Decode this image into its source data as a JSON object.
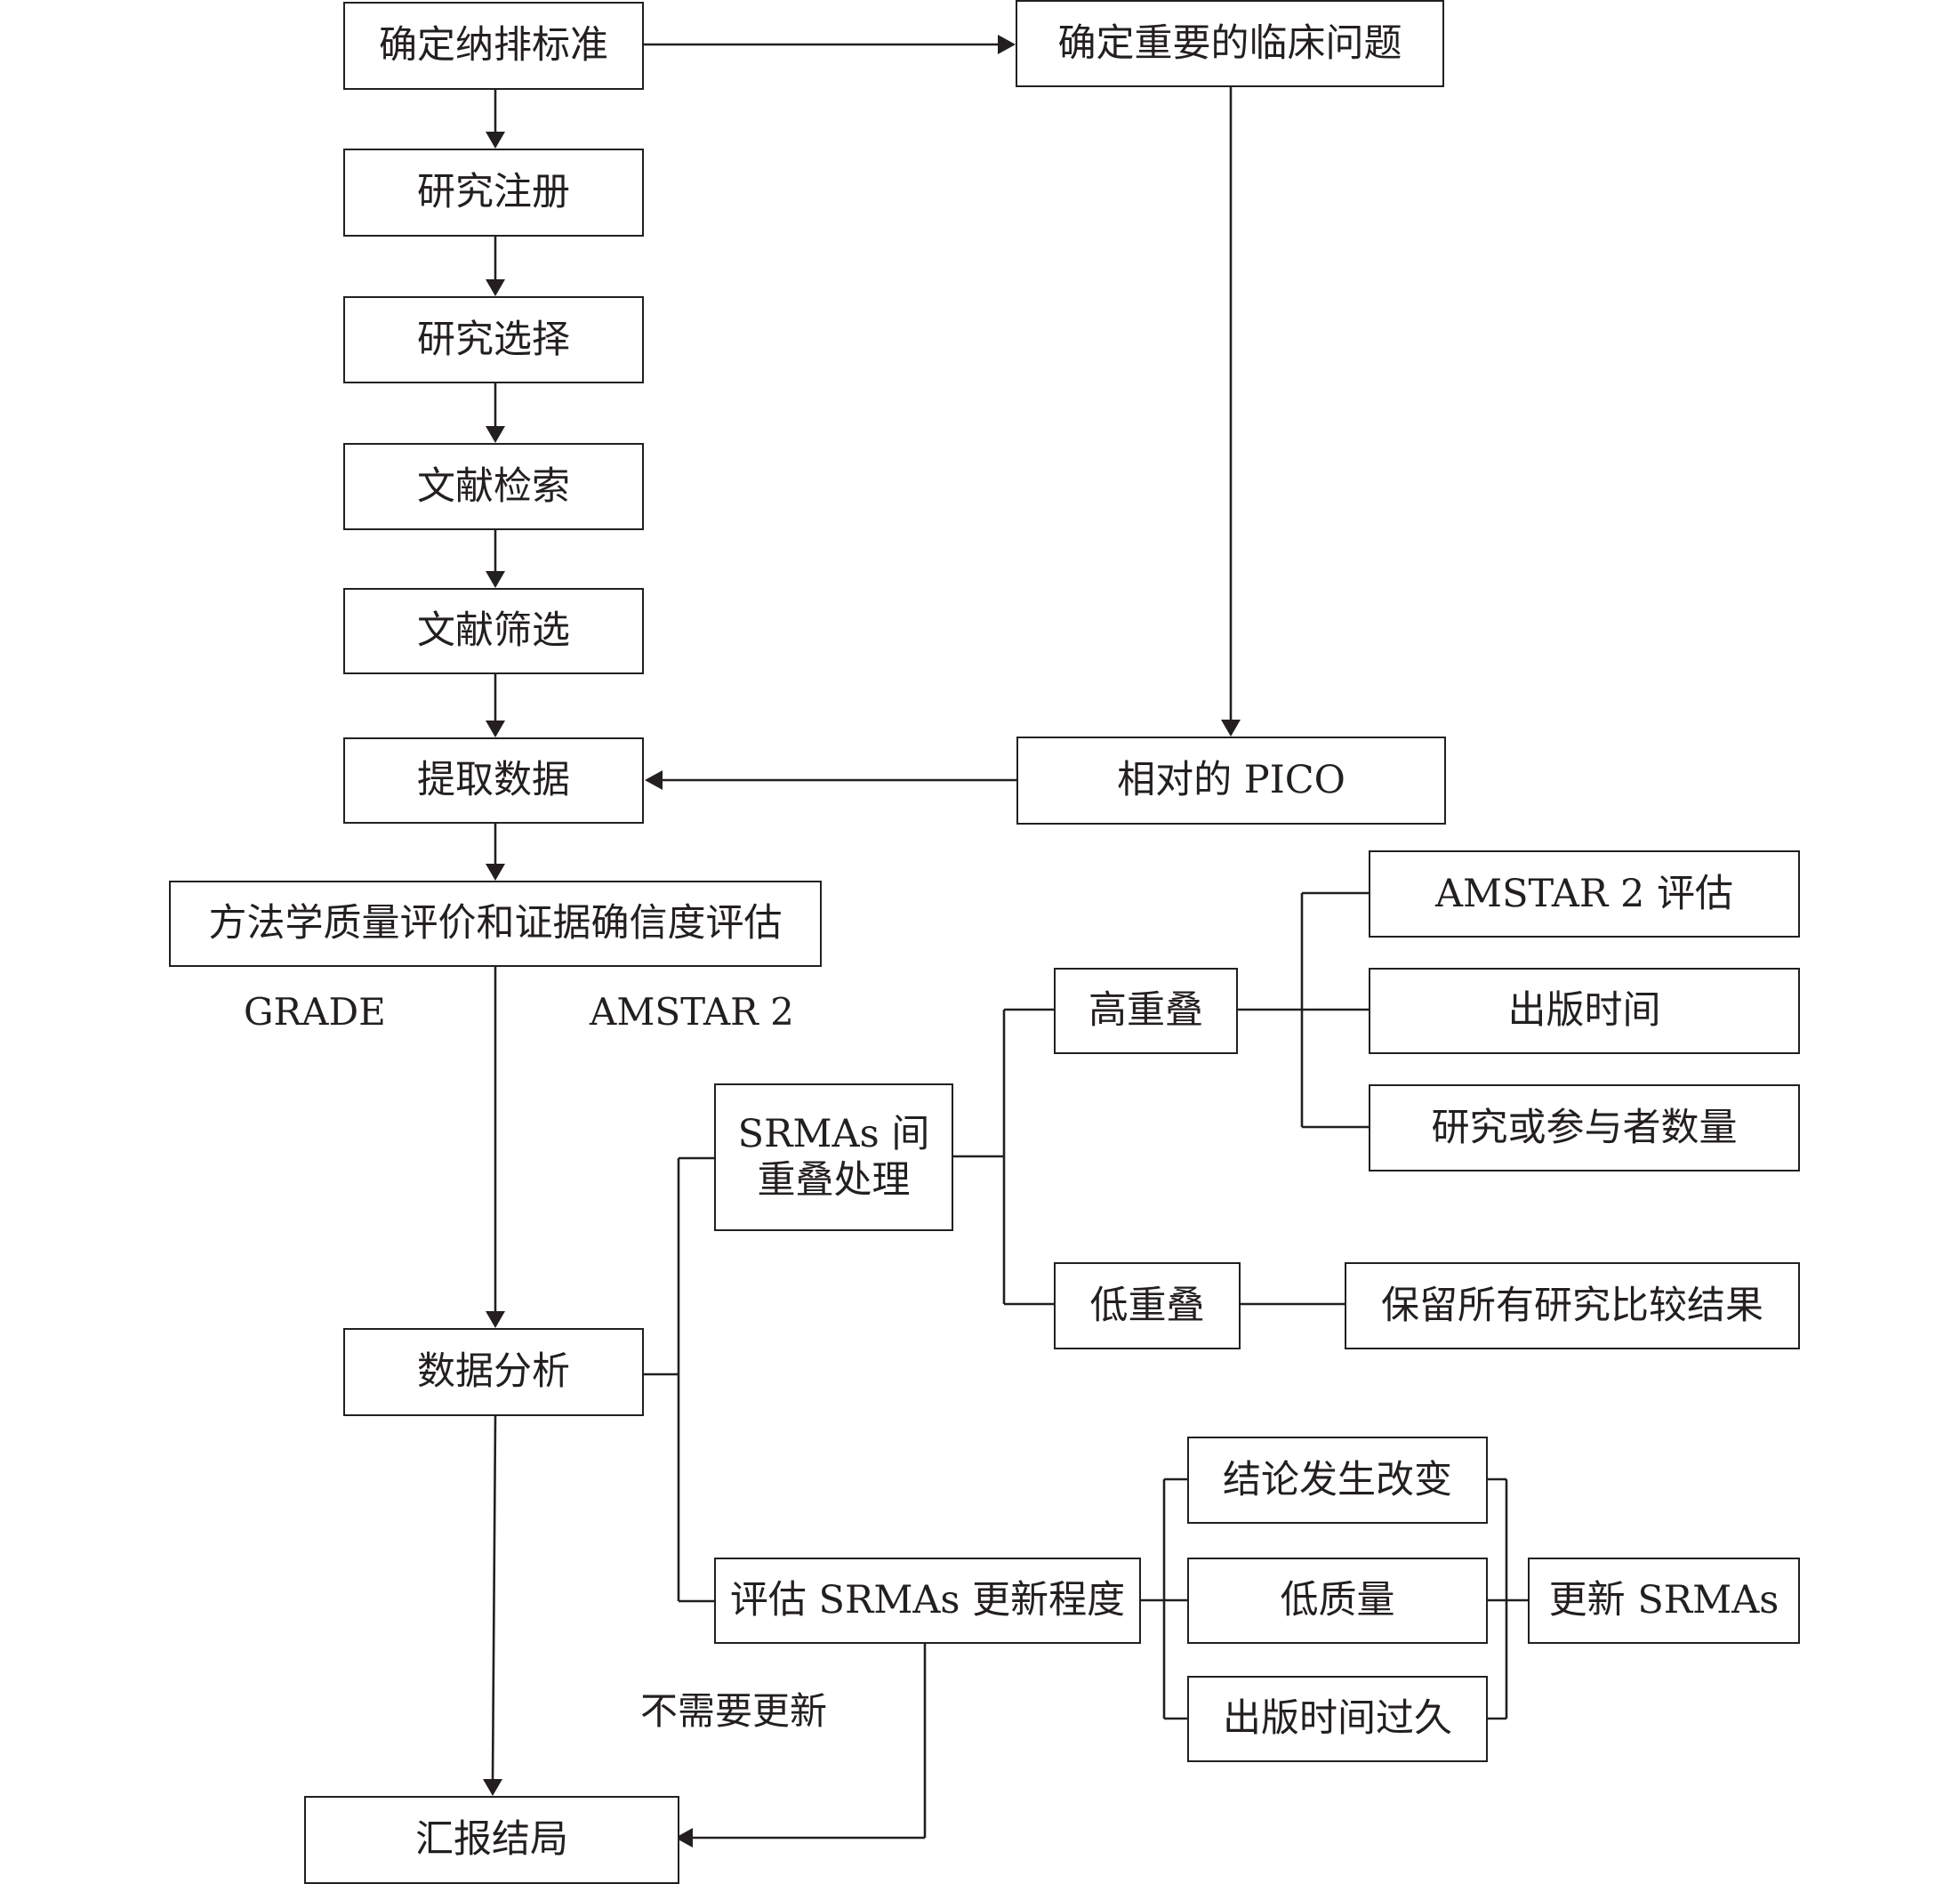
{
  "nodes": {
    "inclusion_criteria": "确定纳排标准",
    "clinical_question": "确定重要的临床问题",
    "registration": "研究注册",
    "study_selection": "研究选择",
    "literature_search": "文献检索",
    "literature_screening": "文献筛选",
    "data_extraction": "提取数据",
    "relative_pico": "相对的 PICO",
    "quality_assessment": "方法学质量评价和证据确信度评估",
    "data_analysis": "数据分析",
    "overlap_handling": [
      "SRMAs 间",
      "重叠处理"
    ],
    "high_overlap": "高重叠",
    "low_overlap": "低重叠",
    "amstar_assessment": "AMSTAR 2 评估",
    "publication_time": "出版时间",
    "study_participant_count": "研究或参与者数量",
    "retain_all": "保留所有研究比较结果",
    "update_assessment": "评估 SRMAs 更新程度",
    "conclusion_changed": "结论发生改变",
    "low_quality": "低质量",
    "publication_outdated": "出版时间过久",
    "update_srmas": "更新 SRMAs",
    "report_outcomes": "汇报结局"
  },
  "labels": {
    "grade": "GRADE",
    "amstar2": "AMSTAR 2",
    "no_update_needed": "不需要更新"
  },
  "colors": {
    "line": "#231f20",
    "background": "#ffffff"
  }
}
